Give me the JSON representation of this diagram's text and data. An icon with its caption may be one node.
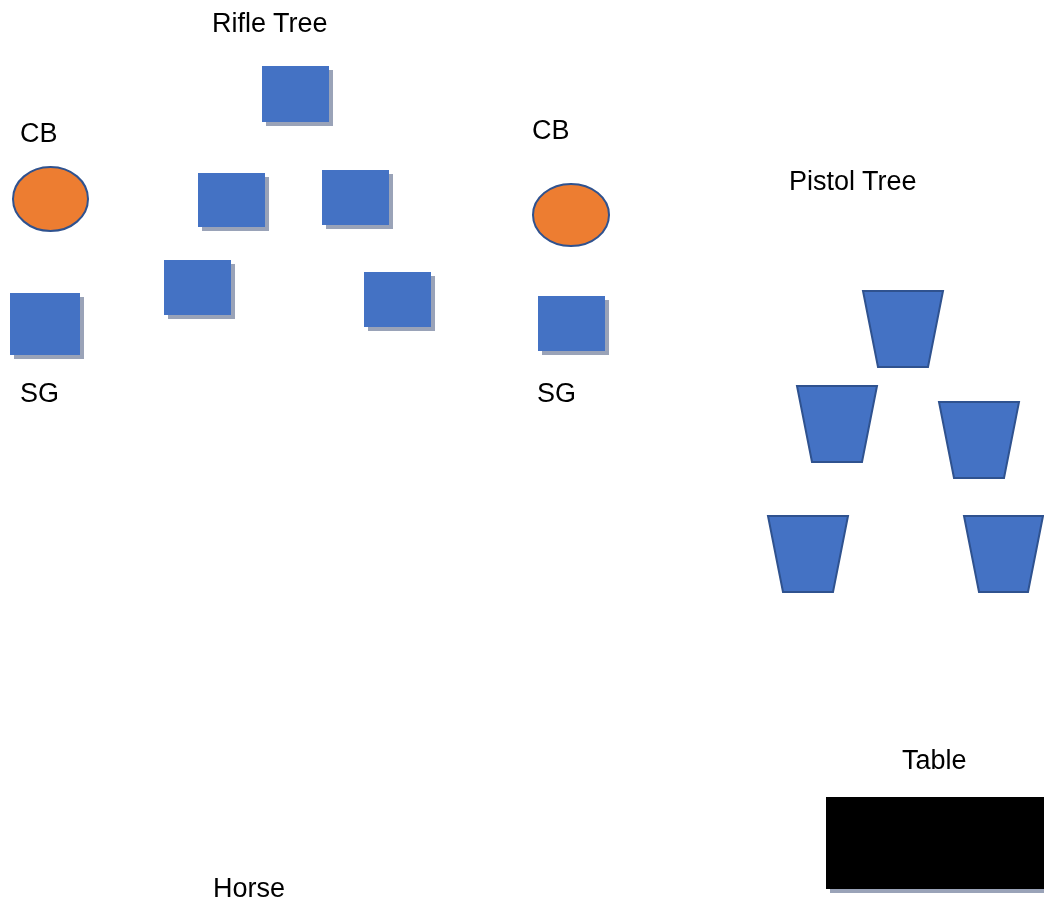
{
  "diagram": {
    "nodes": [
      {
        "text": [],
        "shape": "circle",
        "beside": [
          "CB"
        ]
      },
      {
        "text": [],
        "shape": "box",
        "beside": [
          "SG"
        ]
      },
      {
        "text": [],
        "shape": "box"
      },
      {
        "text": [],
        "shape": "box"
      },
      {
        "text": [],
        "shape": "box"
      },
      {
        "text": [],
        "shape": "box"
      },
      {
        "text": [],
        "shape": "box"
      },
      {
        "text": [],
        "shape": "circle",
        "beside": [
          "CB"
        ]
      },
      {
        "text": [],
        "shape": "box",
        "beside": [
          "SG"
        ]
      },
      {
        "text": [],
        "shape": "trapezoid"
      },
      {
        "text": [],
        "shape": "trapezoid"
      },
      {
        "text": [],
        "shape": "trapezoid"
      },
      {
        "text": [],
        "shape": "trapezoid"
      },
      {
        "text": [],
        "shape": "trapezoid"
      },
      {
        "text": [],
        "shape": "box",
        "beside": [
          "Table"
        ]
      }
    ],
    "labels": [
      "Rifle Tree",
      "Pistol Tree",
      "Horse"
    ]
  }
}
